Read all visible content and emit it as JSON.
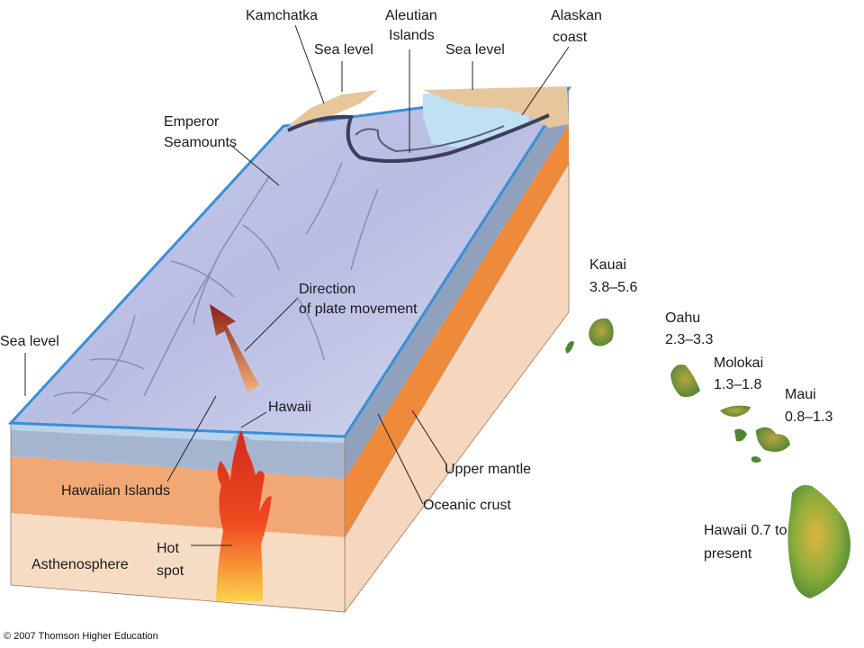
{
  "diagram": {
    "labels": {
      "kamchatka": "Kamchatka",
      "aleutian_1": "Aleutian",
      "aleutian_2": "Islands",
      "alaskan_1": "Alaskan",
      "alaskan_2": "coast",
      "sea_level_left_top": "Sea level",
      "sea_level_right_top": "Sea level",
      "emperor_1": "Emperor",
      "emperor_2": "Seamounts",
      "direction_1": "Direction",
      "direction_2": "of plate movement",
      "sea_level_side": "Sea level",
      "hawaii_pointer": "Hawaii",
      "upper_mantle": "Upper mantle",
      "oceanic_crust": "Oceanic crust",
      "hawaiian_islands": "Hawaiian Islands",
      "asthenosphere": "Asthenosphere",
      "hot_1": "Hot",
      "hot_2": "spot"
    },
    "islands": [
      {
        "name": "Kauai",
        "age": "3.8–5.6"
      },
      {
        "name": "Oahu",
        "age": "2.3–3.3"
      },
      {
        "name": "Molokai",
        "age": "1.3–1.8"
      },
      {
        "name": "Maui",
        "age": "0.8–1.3"
      },
      {
        "name": "Hawaii 0.7 to",
        "age": "present"
      }
    ],
    "copyright": "© 2007 Thomson Higher Education"
  }
}
